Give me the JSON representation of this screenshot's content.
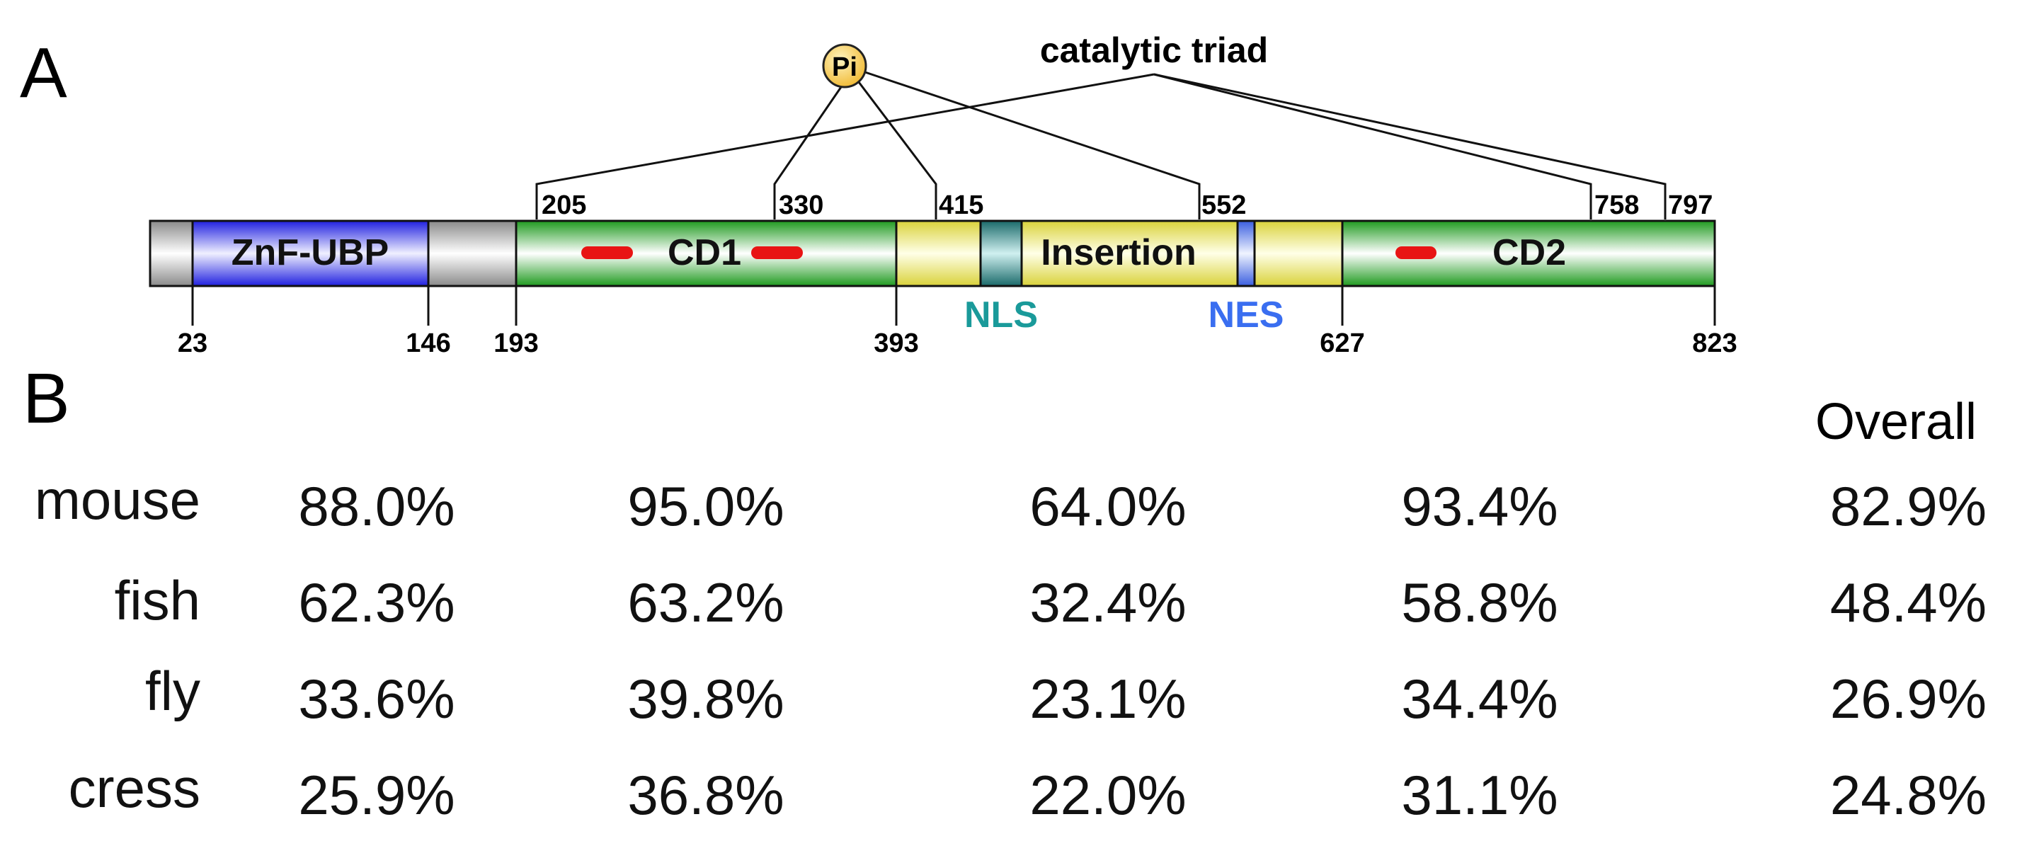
{
  "panel_a": {
    "label": "A",
    "catalytic_label": "catalytic triad",
    "pi_label": "Pi",
    "domain_labels": {
      "znf": "ZnF-UBP",
      "cd1": "CD1",
      "insertion": "Insertion",
      "cd2": "CD2"
    },
    "signal_labels": {
      "nls": "NLS",
      "nes": "NES"
    },
    "top_ticks": [
      "205",
      "330",
      "415",
      "552",
      "758",
      "797"
    ],
    "bottom_ticks": [
      "23",
      "146",
      "193",
      "393",
      "627",
      "823"
    ]
  },
  "panel_b": {
    "label": "B",
    "overall_header": "Overall",
    "rows": [
      {
        "species": "mouse",
        "values": [
          "88.0%",
          "95.0%",
          "64.0%",
          "93.4%",
          "82.9%"
        ]
      },
      {
        "species": "fish",
        "values": [
          "62.3%",
          "63.2%",
          "32.4%",
          "58.8%",
          "48.4%"
        ]
      },
      {
        "species": "fly",
        "values": [
          "33.6%",
          "39.8%",
          "23.1%",
          "34.4%",
          "26.9%"
        ]
      },
      {
        "species": "cress",
        "values": [
          "25.9%",
          "36.8%",
          "22.0%",
          "31.1%",
          "24.8%"
        ]
      }
    ]
  },
  "colors": {
    "znf": "#3b3bf0",
    "cd": "#2ea02e",
    "insertion": "#e6dc5a",
    "nls": "#2a8a8a",
    "nes": "#4a6ee8",
    "linker": "#b0b0b0",
    "motif": "#e81414",
    "pi": "#f2c744",
    "nls_text": "#1a9a9a",
    "nes_text": "#3a6ef0"
  }
}
